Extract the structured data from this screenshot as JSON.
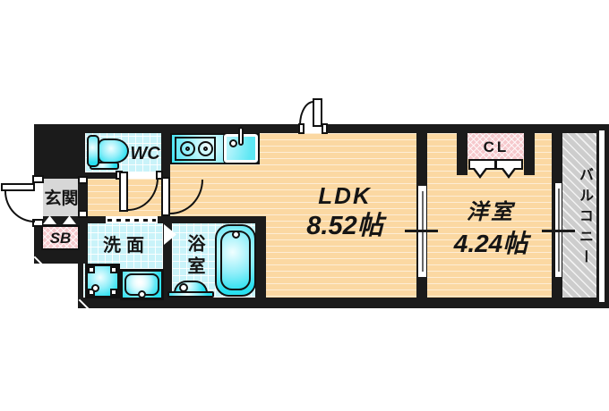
{
  "rooms": {
    "entrance": {
      "label": "玄関"
    },
    "shoe_box": {
      "label": "SB"
    },
    "toilet": {
      "label": "WC"
    },
    "washroom": {
      "label": "洗面"
    },
    "bathroom": {
      "label": "浴室"
    },
    "ldk": {
      "label": "LDK",
      "area": "8.52帖"
    },
    "western_room": {
      "label": "洋室",
      "area": "4.24帖"
    },
    "closet": {
      "label": "CL"
    },
    "balcony": {
      "label": "バルコニー"
    }
  },
  "fixtures": [
    "toilet-icon",
    "stove-icon",
    "kitchen-sink-icon",
    "bathtub-icon",
    "bath-faucet-icon",
    "washing-machine-pan-icon",
    "vanity-sink-icon",
    "front-door-icon",
    "wc-door-icon",
    "ldk-door-icon",
    "top-entry-door-icon",
    "sliding-door-icon",
    "window-icon",
    "closet-folding-door-icon"
  ],
  "colors": {
    "wall": "#1b1b1b",
    "wood": "#fbd8a2",
    "tile": "#c9f3f9",
    "fix": "#29e0f0",
    "gray": "#d7d7d7",
    "pink": "#f6c9cd",
    "balc": "#cdcdcd",
    "ink": "#151515"
  }
}
